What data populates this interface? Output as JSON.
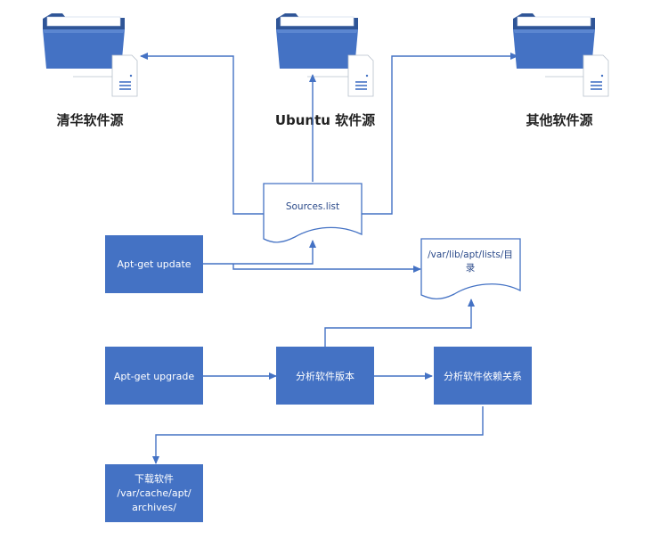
{
  "sources": {
    "tsinghua": "清华软件源",
    "ubuntu": "Ubuntu 软件源",
    "other": "其他软件源"
  },
  "documents": {
    "sources_list": "Sources.list",
    "lists_dir_line1": "/var/lib/apt/lists/目",
    "lists_dir_line2": "录"
  },
  "boxes": {
    "apt_update": "Apt-get update",
    "apt_upgrade": "Apt-get upgrade",
    "analyze_version": "分析软件版本",
    "analyze_deps": "分析软件依赖关系",
    "download_line1": "下载软件",
    "download_line2": "/var/cache/apt/",
    "download_line3": "archives/"
  },
  "colors": {
    "box_fill": "#4472c4",
    "line": "#4472c4",
    "folder_back": "#2f5597",
    "folder_front": "#4472c4"
  }
}
